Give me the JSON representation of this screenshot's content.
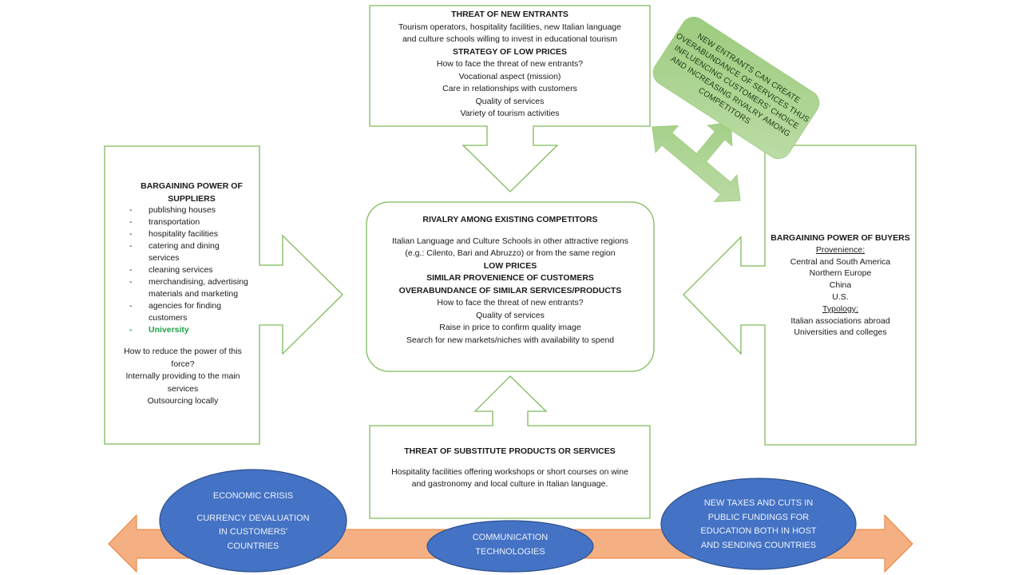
{
  "colors": {
    "outline_green": "#7fba5a",
    "callout_fill": "#a9d18e",
    "orange_fill": "#f4b083",
    "orange_stroke": "#ed7d31",
    "ellipse_fill": "#4472c4",
    "ellipse_stroke": "#2f528f",
    "highlight_green": "#1fa04a"
  },
  "new_entrants": {
    "title": "THREAT OF NEW ENTRANTS",
    "desc": [
      "Tourism operators, hospitality facilities, new Italian language",
      "and culture schools willing to invest in educational tourism"
    ],
    "strategy_title": "STRATEGY OF LOW PRICES",
    "lines": [
      "How to face the threat of new entrants?",
      "Vocational aspect (mission)",
      "Care in relationships with customers",
      "Quality of services",
      "Variety of tourism activities"
    ]
  },
  "callout": {
    "lines": [
      "NEW ENTRANTS CAN CREATE",
      "OVERABUNDANCE OF SERVICES THUS",
      "INFLUENCING CUSTOMERS' CHOICE",
      "AND INCREASING RIVALRY AMONG",
      "COMPETITORS"
    ]
  },
  "suppliers": {
    "title": [
      "BARGAINING POWER OF",
      "SUPPLIERS"
    ],
    "items": [
      {
        "dash": "-",
        "text": "publishing houses"
      },
      {
        "dash": "-",
        "text": "transportation"
      },
      {
        "dash": "-",
        "text": "hospitality facilities"
      },
      {
        "dash": "-",
        "text": "catering and dining services"
      },
      {
        "dash": "-",
        "text": "cleaning services"
      },
      {
        "dash": "-",
        "text": "merchandising, advertising materials and marketing"
      },
      {
        "dash": "-",
        "text": "agencies for finding customers"
      },
      {
        "dash": "-",
        "text": "University"
      }
    ],
    "footer": [
      "How to reduce the power of this",
      "force?",
      "Internally providing to the main",
      "services",
      "Outsourcing locally"
    ]
  },
  "rivalry": {
    "title": "RIVALRY AMONG EXISTING COMPETITORS",
    "desc": [
      "Italian Language and Culture Schools in other attractive regions",
      "(e.g.: Cilento, Bari and Abruzzo) or from the same region"
    ],
    "bold_lines": [
      "LOW PRICES",
      "SIMILAR PROVENIENCE OF CUSTOMERS",
      "OVERABUNDANCE OF SIMILAR SERVICES/PRODUCTS"
    ],
    "lines": [
      "How to face the threat of new entrants?",
      "Quality of services",
      "Raise in price to confirm quality image",
      "Search for new markets/niches with availability to spend"
    ]
  },
  "buyers": {
    "title": "BARGAINING POWER OF BUYERS",
    "provenience_label": "Provenience:",
    "provenience": [
      "Central and South America",
      "Northern Europe",
      "China",
      "U.S."
    ],
    "typology_label": "Typology:",
    "typology": [
      "Italian associations abroad",
      "Universities and colleges"
    ]
  },
  "substitutes": {
    "title": "THREAT OF SUBSTITUTE PRODUCTS OR SERVICES",
    "desc": [
      "Hospitality facilities offering workshops or short courses on wine",
      "and gastronomy and local culture in Italian language."
    ]
  },
  "ellipses": {
    "economic": {
      "line1": "ECONOMIC CRISIS",
      "lines": [
        "CURRENCY DEVALUATION",
        "IN CUSTOMERS'",
        "COUNTRIES"
      ]
    },
    "communication": {
      "lines": [
        "COMMUNICATION",
        "TECHNOLOGIES"
      ]
    },
    "taxes": {
      "lines": [
        "NEW TAXES AND CUTS IN",
        "PUBLIC FUNDINGS FOR",
        "EDUCATION BOTH IN HOST",
        "AND SENDING COUNTRIES"
      ]
    }
  }
}
